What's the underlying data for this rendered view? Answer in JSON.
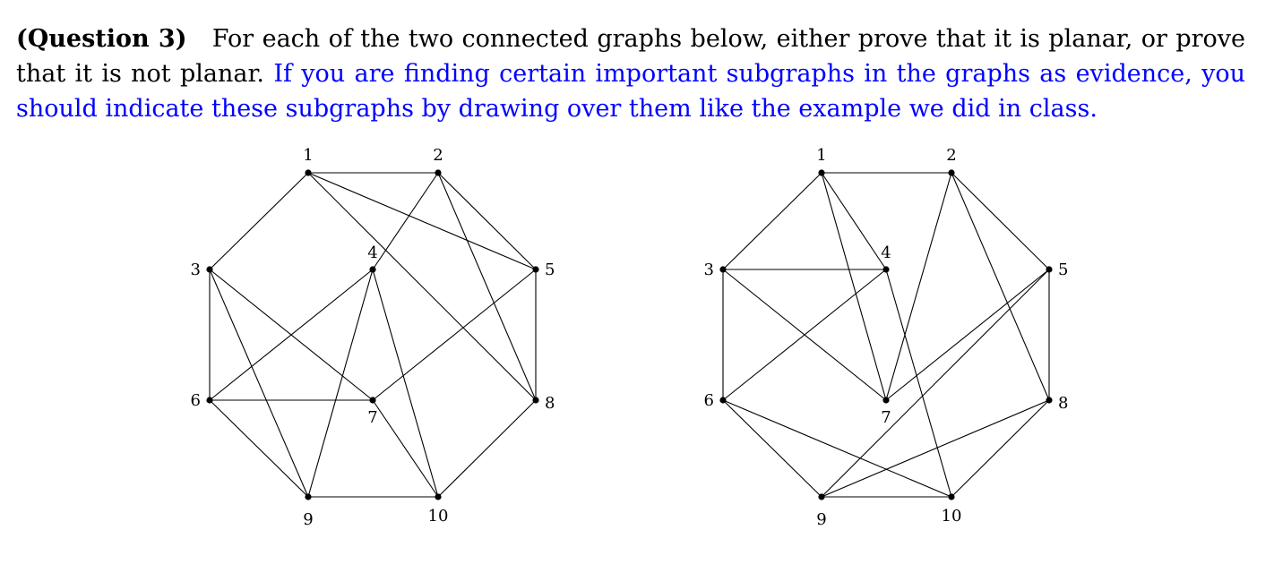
{
  "question": {
    "label": "(Question 3)",
    "prompt": "For each of the two connected graphs below, either prove that it is planar, or prove that it is not planar.",
    "instruction": "If you are finding certain important subgraphs in the graphs as evidence, you should indicate these subgraphs by drawing over them like the example we did in class.",
    "colors": {
      "prompt": "#000000",
      "instruction": "#0000ff"
    }
  },
  "graphs": [
    {
      "vertices": [
        "1",
        "2",
        "3",
        "4",
        "5",
        "6",
        "7",
        "8",
        "9",
        "10"
      ],
      "edges": [
        [
          "1",
          "2"
        ],
        [
          "1",
          "3"
        ],
        [
          "1",
          "5"
        ],
        [
          "1",
          "8"
        ],
        [
          "2",
          "4"
        ],
        [
          "2",
          "5"
        ],
        [
          "2",
          "8"
        ],
        [
          "3",
          "6"
        ],
        [
          "3",
          "7"
        ],
        [
          "3",
          "9"
        ],
        [
          "4",
          "6"
        ],
        [
          "4",
          "9"
        ],
        [
          "4",
          "10"
        ],
        [
          "5",
          "7"
        ],
        [
          "5",
          "8"
        ],
        [
          "6",
          "7"
        ],
        [
          "6",
          "9"
        ],
        [
          "7",
          "10"
        ],
        [
          "8",
          "10"
        ],
        [
          "9",
          "10"
        ]
      ]
    },
    {
      "vertices": [
        "1",
        "2",
        "3",
        "4",
        "5",
        "6",
        "7",
        "8",
        "9",
        "10"
      ],
      "edges": [
        [
          "1",
          "2"
        ],
        [
          "1",
          "3"
        ],
        [
          "1",
          "4"
        ],
        [
          "1",
          "7"
        ],
        [
          "2",
          "5"
        ],
        [
          "2",
          "7"
        ],
        [
          "2",
          "8"
        ],
        [
          "3",
          "4"
        ],
        [
          "3",
          "6"
        ],
        [
          "3",
          "7"
        ],
        [
          "4",
          "6"
        ],
        [
          "4",
          "10"
        ],
        [
          "5",
          "7"
        ],
        [
          "5",
          "8"
        ],
        [
          "5",
          "9"
        ],
        [
          "6",
          "9"
        ],
        [
          "6",
          "10"
        ],
        [
          "8",
          "9"
        ],
        [
          "8",
          "10"
        ],
        [
          "9",
          "10"
        ]
      ]
    }
  ]
}
